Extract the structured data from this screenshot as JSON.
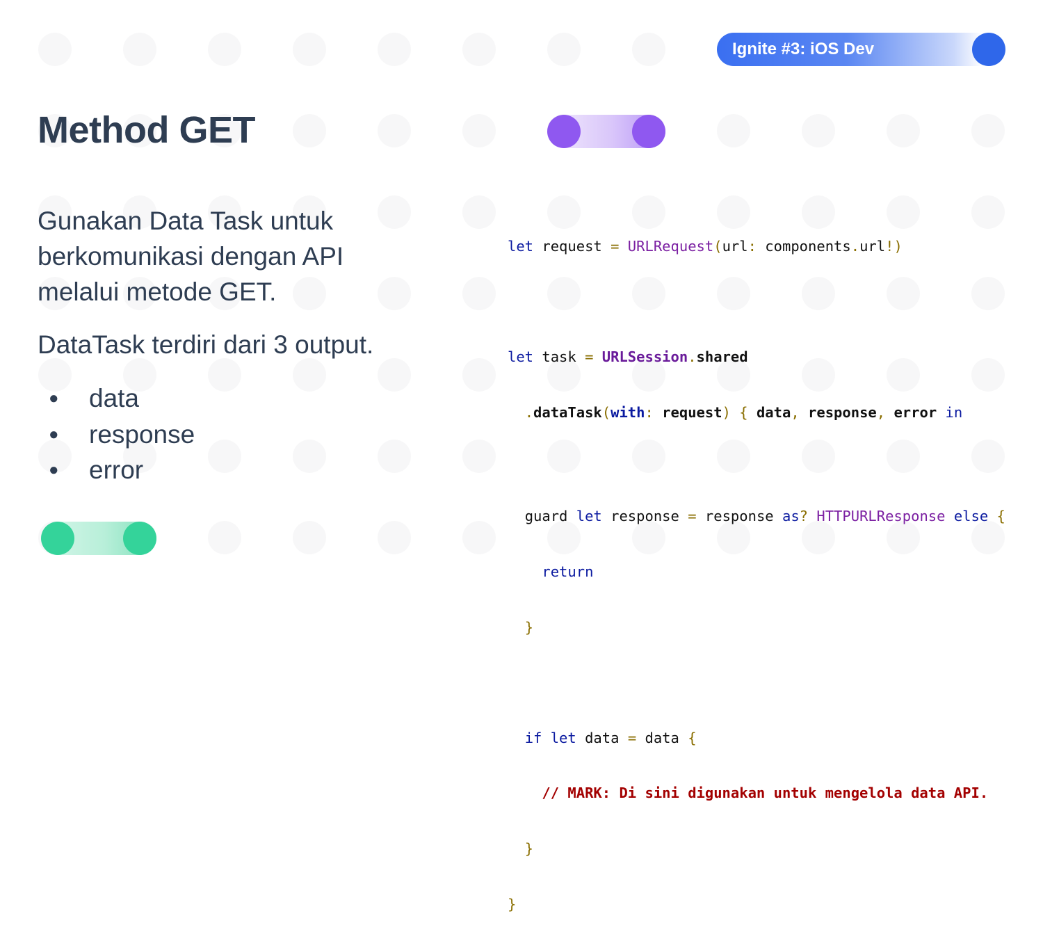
{
  "badge": {
    "label": "Ignite #3: iOS Dev"
  },
  "slide": {
    "title": "Method GET",
    "description": "Gunakan Data Task untuk berkomunikasi dengan API melalui metode GET.",
    "subtitle": "DataTask terdiri dari 3 output.",
    "bullets": [
      {
        "label": "data"
      },
      {
        "label": "response"
      },
      {
        "label": "error"
      }
    ]
  },
  "code": {
    "line1": {
      "kw": "let",
      "name": " request ",
      "eq": "=",
      "type": " URLRequest",
      "open": "(",
      "arg": "url",
      "colon": ":",
      "val": " components",
      "dot": ".",
      "prop": "url",
      "bang": "!",
      "close": ")"
    },
    "line2": {
      "kw": "let",
      "name": " task ",
      "eq": "=",
      "type": " URLSession",
      "dot": ".",
      "prop": "shared"
    },
    "line3": {
      "indent": "  ",
      "dot": ".",
      "method": "dataTask",
      "open": "(",
      "with": "with",
      "colon": ":",
      "arg": " request",
      "close": ")",
      "brace": " {",
      "p1": " data",
      "c1": ",",
      "p2": " response",
      "c2": ",",
      "p3": " error",
      "in": " in"
    },
    "line4": {
      "indent": "  ",
      "guard": "guard",
      "kw": " let",
      "name": " response ",
      "eq": "=",
      "val": " response",
      "as": " as",
      "q": "?",
      "type": " HTTPURLResponse",
      "else": " else",
      "brace": " {"
    },
    "line5": {
      "indent": "    ",
      "ret": "return"
    },
    "line6": {
      "indent": "  ",
      "brace": "}"
    },
    "line7": {
      "indent": "  ",
      "if": "if",
      "kw": " let",
      "name": " data ",
      "eq": "=",
      "val": " data",
      "brace": " {"
    },
    "line8": {
      "indent": "    ",
      "comment": "// MARK: Di sini digunakan untuk mengelola data API."
    },
    "line9": {
      "indent": "  ",
      "brace": "}"
    },
    "line10": {
      "brace": "}"
    }
  },
  "colors": {
    "text": "#2e3d52",
    "badge": "#2f67ea",
    "purple": "#8f58f0",
    "green": "#34d39a",
    "keyword": "#0b1aa0",
    "type": "#7b1fa2",
    "comment": "#a30000",
    "punct": "#8a6e00"
  }
}
